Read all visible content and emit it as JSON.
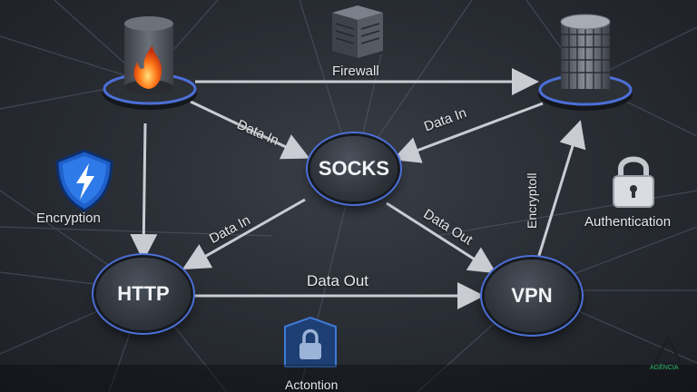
{
  "nodes": {
    "socks": "SOCKS",
    "http": "HTTP",
    "vpn": "VPN"
  },
  "labels": {
    "firewall": "Firewall",
    "encryption": "Encryption",
    "authentication": "Authentication",
    "actontion": "Actontion",
    "data_in_1": "Data In",
    "data_in_2": "Data In",
    "data_in_3": "Data In",
    "data_out_1": "Data Out",
    "data_out_2": "Data Out",
    "encryption_rotated": "Encryptoll"
  },
  "logo": "AGÊNCIA",
  "colors": {
    "accent_blue": "#4c6fd6",
    "fire": "#ff7a1a",
    "arrow": "#c9ccd2"
  }
}
